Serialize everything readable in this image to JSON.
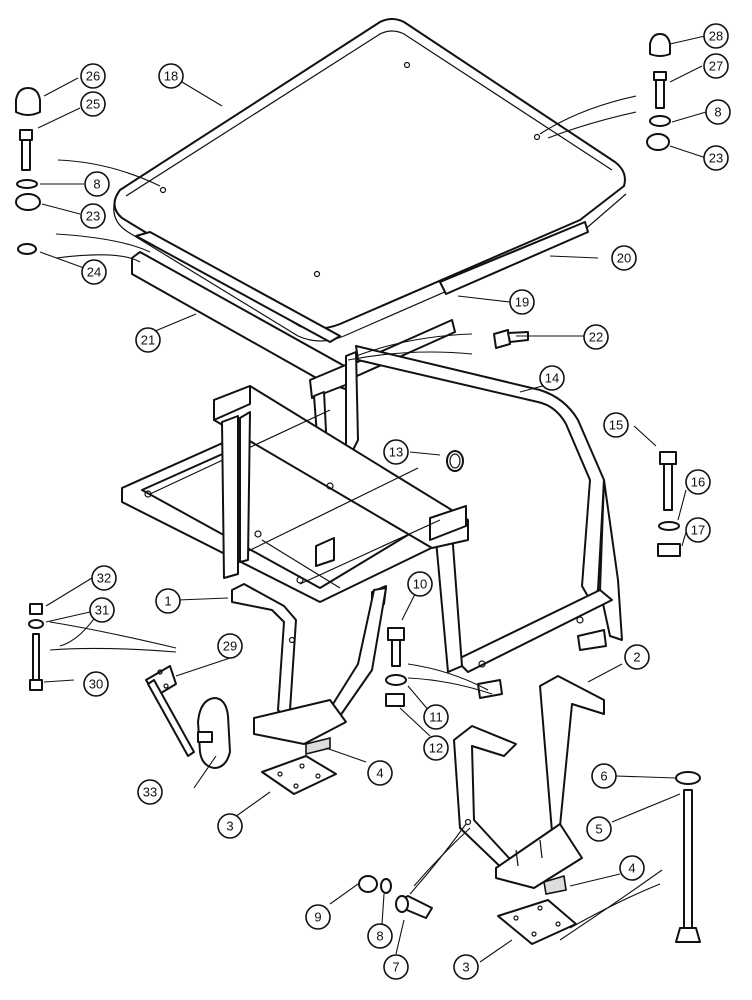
{
  "callouts": [
    {
      "id": "c1",
      "label": "1"
    },
    {
      "id": "c2",
      "label": "2"
    },
    {
      "id": "c3a",
      "label": "3"
    },
    {
      "id": "c3b",
      "label": "3"
    },
    {
      "id": "c4a",
      "label": "4"
    },
    {
      "id": "c4b",
      "label": "4"
    },
    {
      "id": "c5",
      "label": "5"
    },
    {
      "id": "c6",
      "label": "6"
    },
    {
      "id": "c7",
      "label": "7"
    },
    {
      "id": "c8a",
      "label": "8"
    },
    {
      "id": "c8b",
      "label": "8"
    },
    {
      "id": "c8c",
      "label": "8"
    },
    {
      "id": "c9",
      "label": "9"
    },
    {
      "id": "c10",
      "label": "10"
    },
    {
      "id": "c11",
      "label": "11"
    },
    {
      "id": "c12",
      "label": "12"
    },
    {
      "id": "c13",
      "label": "13"
    },
    {
      "id": "c14",
      "label": "14"
    },
    {
      "id": "c15",
      "label": "15"
    },
    {
      "id": "c16",
      "label": "16"
    },
    {
      "id": "c17",
      "label": "17"
    },
    {
      "id": "c18",
      "label": "18"
    },
    {
      "id": "c19",
      "label": "19"
    },
    {
      "id": "c20",
      "label": "20"
    },
    {
      "id": "c21",
      "label": "21"
    },
    {
      "id": "c22",
      "label": "22"
    },
    {
      "id": "c23a",
      "label": "23"
    },
    {
      "id": "c23b",
      "label": "23"
    },
    {
      "id": "c24",
      "label": "24"
    },
    {
      "id": "c25",
      "label": "25"
    },
    {
      "id": "c26",
      "label": "26"
    },
    {
      "id": "c27",
      "label": "27"
    },
    {
      "id": "c28",
      "label": "28"
    },
    {
      "id": "c29",
      "label": "29"
    },
    {
      "id": "c30",
      "label": "30"
    },
    {
      "id": "c31",
      "label": "31"
    },
    {
      "id": "c32",
      "label": "32"
    },
    {
      "id": "c33",
      "label": "33"
    }
  ]
}
